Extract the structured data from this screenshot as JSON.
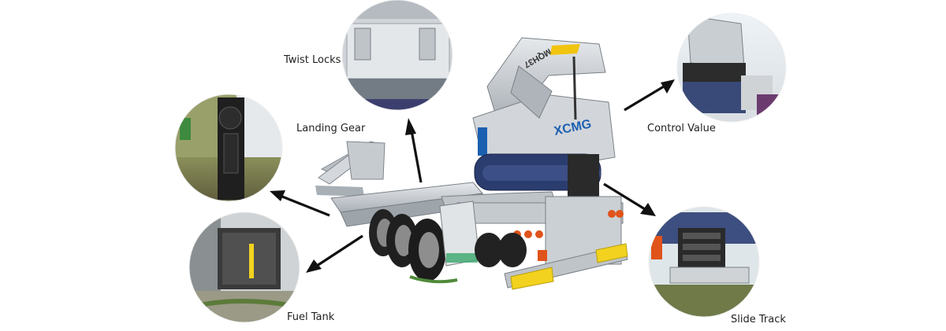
{
  "callouts": {
    "twist_locks": "Twist Locks",
    "landing_gear": "Landing Gear",
    "fuel_tank": "Fuel Tank",
    "control_value": "Control Value",
    "slide_track": "Slide Track"
  },
  "brand": {
    "boom_text": "XCMG",
    "reversed_text": "MQH37",
    "accent": "#1b5fb0"
  },
  "colors": {
    "steel": "#c9cdd1",
    "steel_dark": "#8f969c",
    "tire": "#222222",
    "arrow": "#111111",
    "reflector": "#f2d21e",
    "lamp": "#e0531b"
  }
}
